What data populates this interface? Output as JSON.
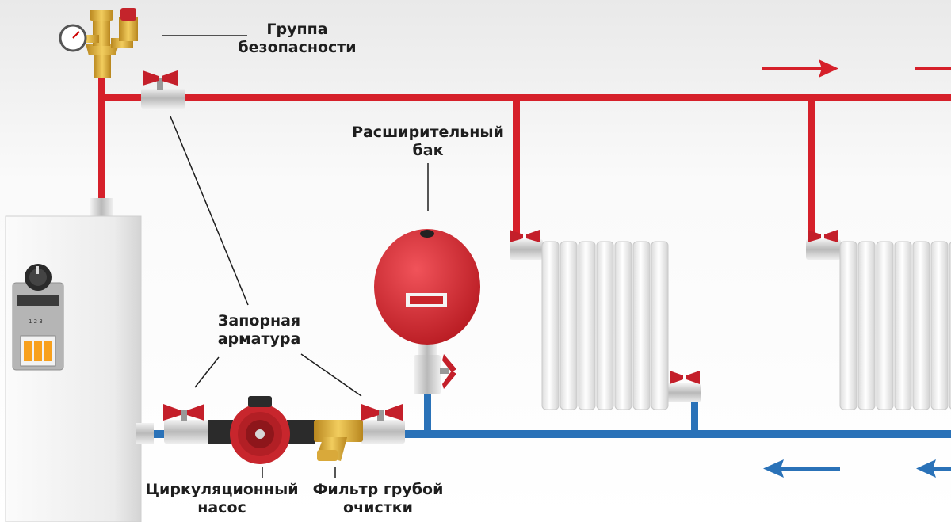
{
  "labels": {
    "safety_group": [
      "Группа",
      "безопасности"
    ],
    "expansion_tank": [
      "Расширительный",
      "бак"
    ],
    "shutoff_valves": [
      "Запорная",
      "арматура"
    ],
    "circulation_pump": [
      "Циркуляционный",
      "насос"
    ],
    "coarse_filter": [
      "Фильтр грубой",
      "очистки"
    ]
  },
  "colors": {
    "supply": "#d6202a",
    "return": "#2a72b8",
    "valve_handle": "#c41f2a",
    "brass": "#d9a93a",
    "tank": "#d8252c",
    "boiler": "#f0f0f0",
    "radiator": "#f4f4f4"
  }
}
